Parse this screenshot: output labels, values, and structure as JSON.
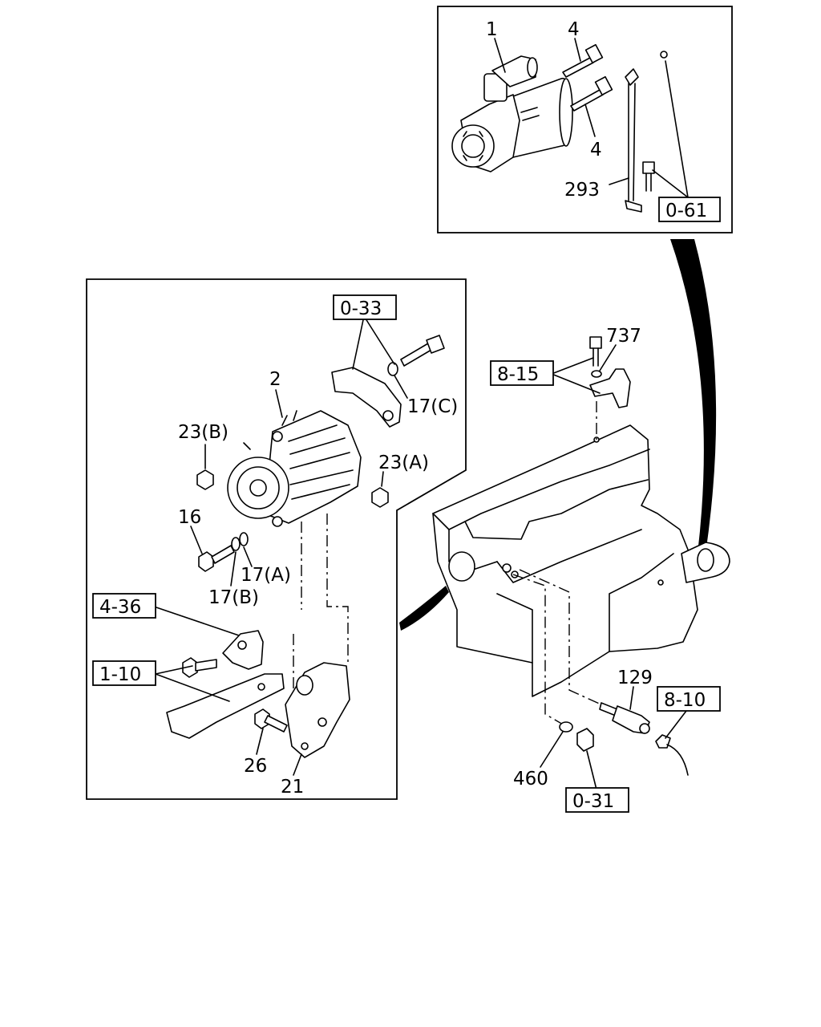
{
  "callouts": [
    {
      "id": "c-1",
      "text": "1"
    },
    {
      "id": "c-4a",
      "text": "4"
    },
    {
      "id": "c-4b",
      "text": "4"
    },
    {
      "id": "c-293",
      "text": "293"
    },
    {
      "id": "c-2",
      "text": "2"
    },
    {
      "id": "c-23b",
      "text": "23(B)"
    },
    {
      "id": "c-17c",
      "text": "17(C)"
    },
    {
      "id": "c-23a",
      "text": "23(A)"
    },
    {
      "id": "c-16",
      "text": "16"
    },
    {
      "id": "c-17a",
      "text": "17(A)"
    },
    {
      "id": "c-17b",
      "text": "17(B)"
    },
    {
      "id": "c-26",
      "text": "26"
    },
    {
      "id": "c-21",
      "text": "21"
    },
    {
      "id": "c-737",
      "text": "737"
    },
    {
      "id": "c-129",
      "text": "129"
    },
    {
      "id": "c-460",
      "text": "460"
    }
  ],
  "refs": [
    {
      "id": "r-0-61",
      "text": "0-61"
    },
    {
      "id": "r-0-33",
      "text": "0-33"
    },
    {
      "id": "r-8-15",
      "text": "8-15"
    },
    {
      "id": "r-4-36",
      "text": "4-36"
    },
    {
      "id": "r-1-10",
      "text": "1-10"
    },
    {
      "id": "r-8-10",
      "text": "8-10"
    },
    {
      "id": "r-0-31",
      "text": "0-31"
    }
  ]
}
